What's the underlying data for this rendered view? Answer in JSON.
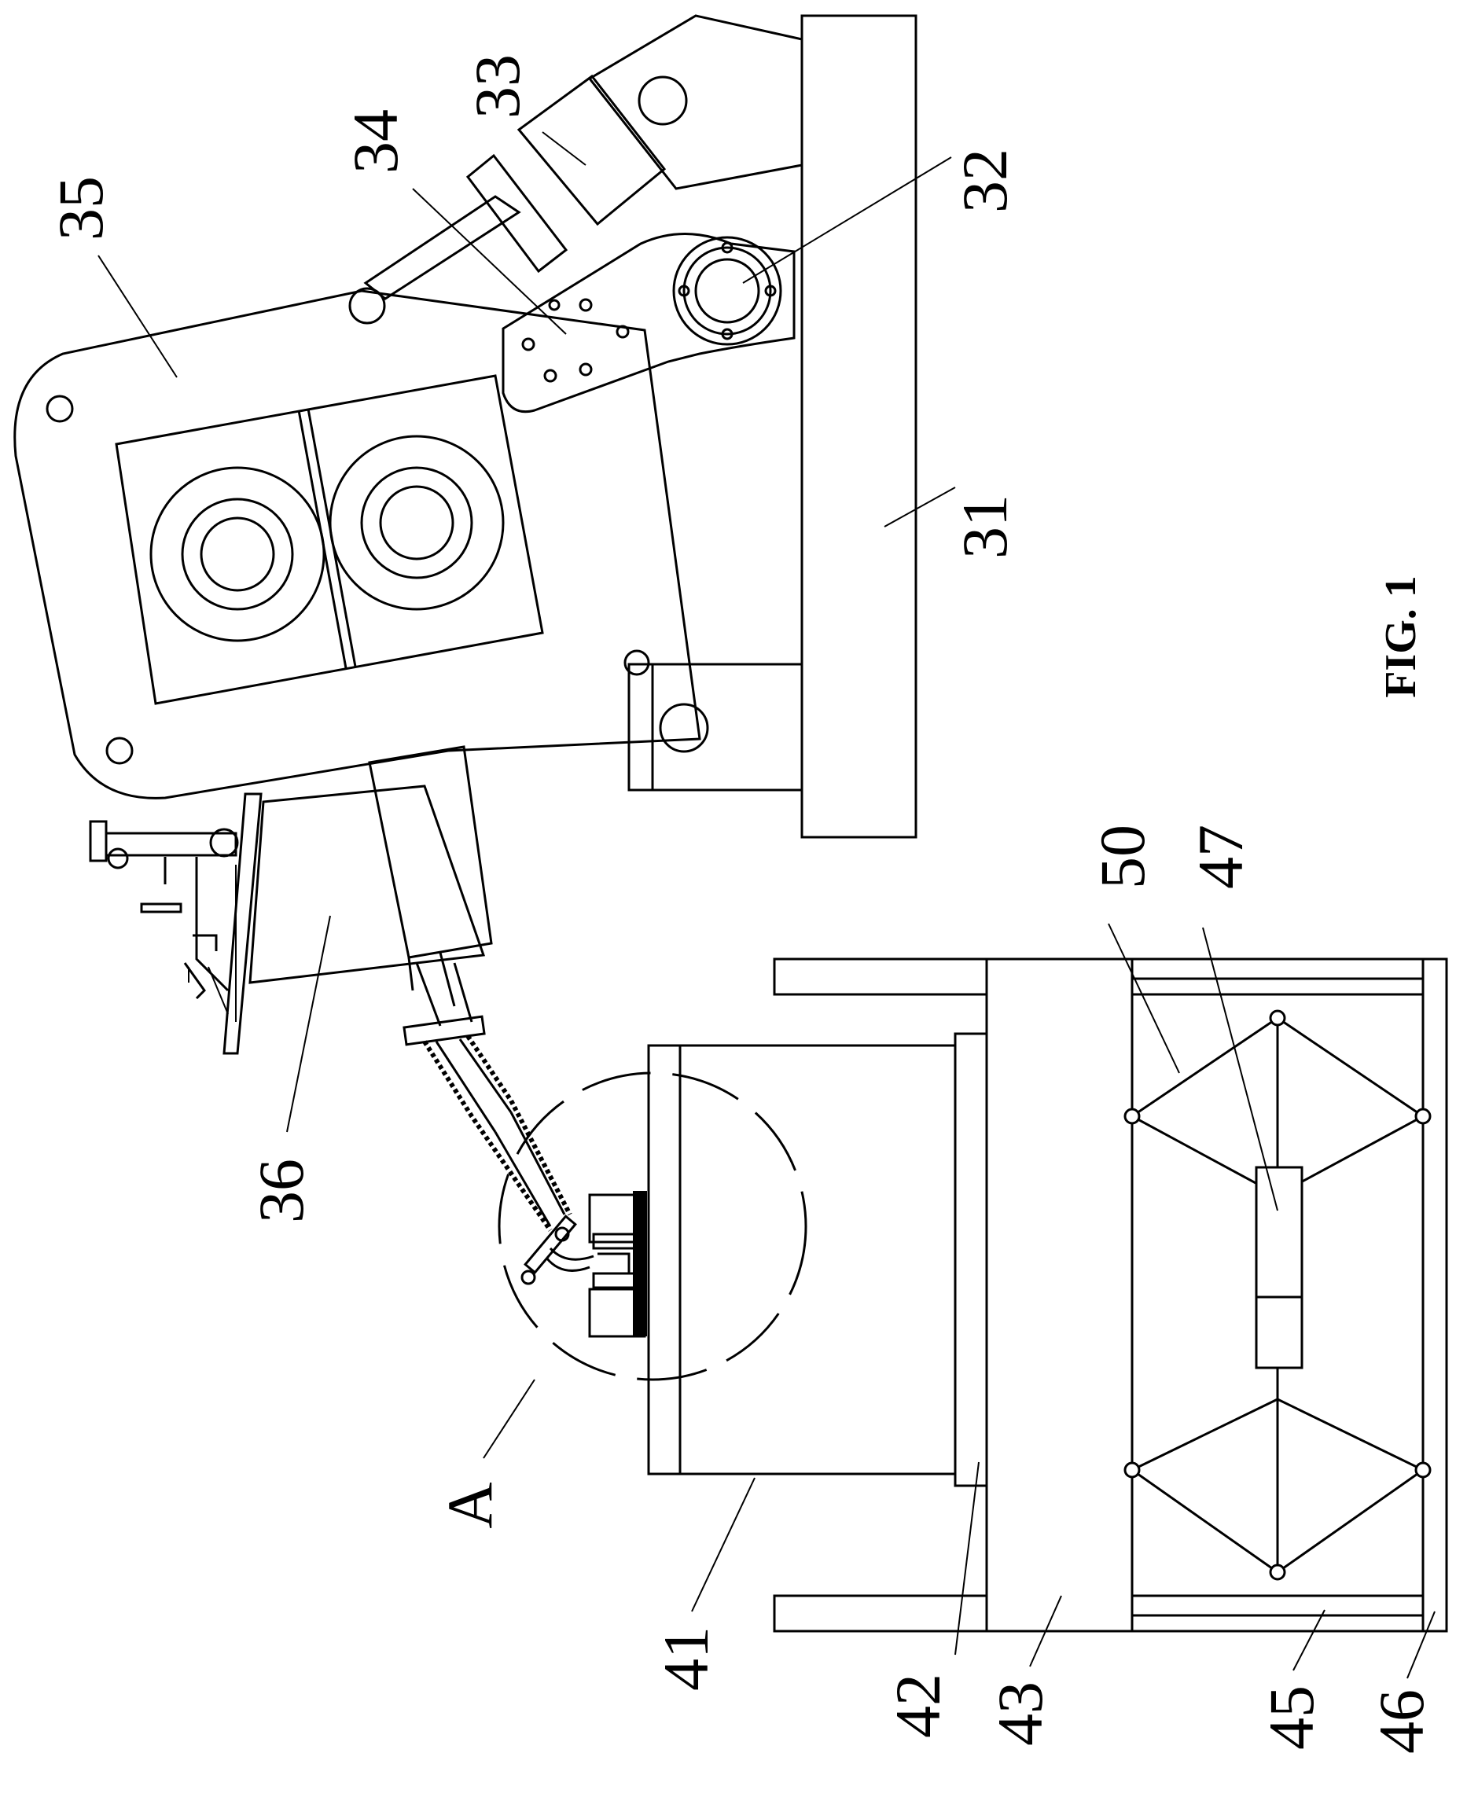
{
  "figure_caption": "FIG. 1",
  "labels": {
    "l31": "31",
    "l32": "32",
    "l33": "33",
    "l34": "34",
    "l35": "35",
    "l36": "36",
    "lA": "A",
    "l41": "41",
    "l42": "42",
    "l43": "43",
    "l45": "45",
    "l46": "46",
    "l47": "47",
    "l50": "50"
  }
}
